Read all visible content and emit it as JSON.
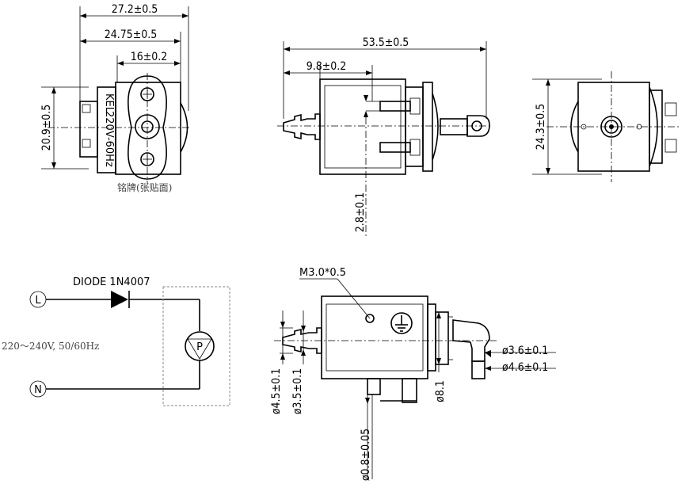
{
  "dimensions": {
    "front_width_overall": "27.2±0.5",
    "front_width_body": "24.75±0.5",
    "front_hole_spacing": "16±0.2",
    "front_height": "20.9±0.5",
    "nameplate_note": "铭牌(张贴面)",
    "nameplate_brand": "KEL",
    "nameplate_rating": "220V-60Hz",
    "side_length": "53.5±0.5",
    "side_terminal_offset": "9.8±0.2",
    "side_terminal_height": "2.8±0.1",
    "end_height": "24.3±0.5",
    "bottom_thread": "M3.0*0.5",
    "inlet_od": "ø4.5±0.1",
    "inlet_id": "ø3.5±0.1",
    "outlet_id": "ø3.6±0.1",
    "outlet_od": "ø4.6±0.1",
    "flange_dia": "ø8.1",
    "terminal_thickness": "ø0.8±0.05"
  },
  "circuit": {
    "diode_label": "DIODE 1N4007",
    "line_terminal": "L",
    "neutral_terminal": "N",
    "supply": "220～240V, 50/60Hz",
    "pump_symbol": "P"
  }
}
